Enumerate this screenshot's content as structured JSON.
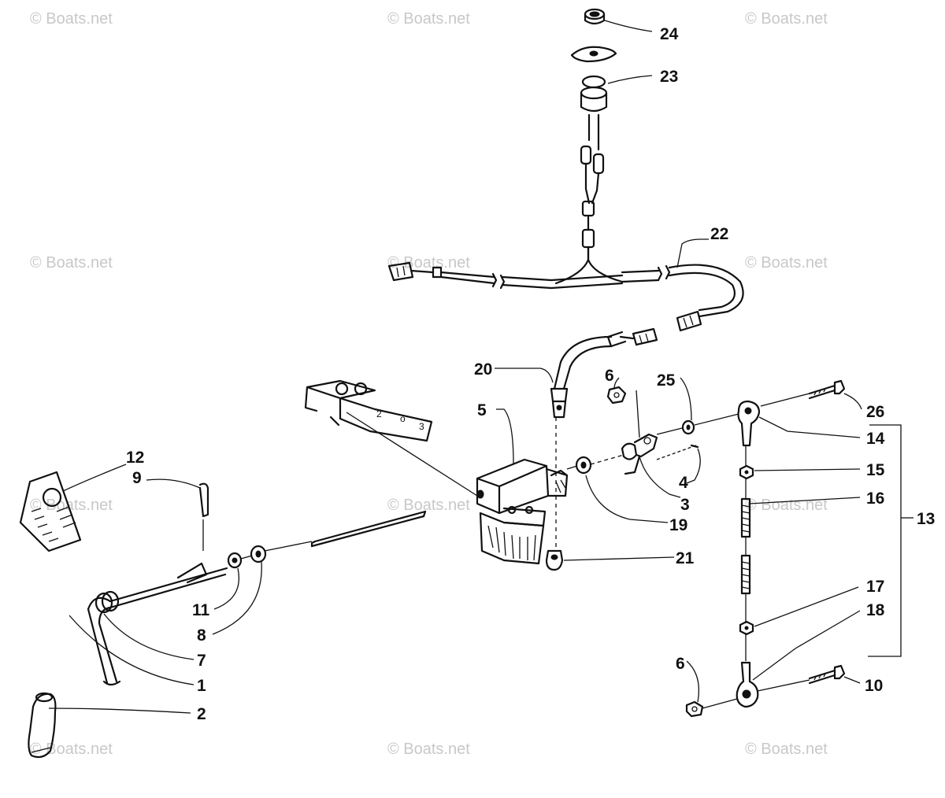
{
  "watermark": "© Boats.net",
  "callouts": [
    {
      "id": "c1",
      "text": "1"
    },
    {
      "id": "c2",
      "text": "2"
    },
    {
      "id": "c3",
      "text": "3"
    },
    {
      "id": "c4",
      "text": "4"
    },
    {
      "id": "c5",
      "text": "5"
    },
    {
      "id": "c6a",
      "text": "6"
    },
    {
      "id": "c6b",
      "text": "6"
    },
    {
      "id": "c7",
      "text": "7"
    },
    {
      "id": "c8",
      "text": "8"
    },
    {
      "id": "c9",
      "text": "9"
    },
    {
      "id": "c10",
      "text": "10"
    },
    {
      "id": "c11",
      "text": "11"
    },
    {
      "id": "c12",
      "text": "12"
    },
    {
      "id": "c13",
      "text": "13"
    },
    {
      "id": "c14",
      "text": "14"
    },
    {
      "id": "c15",
      "text": "15"
    },
    {
      "id": "c16",
      "text": "16"
    },
    {
      "id": "c17",
      "text": "17"
    },
    {
      "id": "c18",
      "text": "18"
    },
    {
      "id": "c19",
      "text": "19"
    },
    {
      "id": "c20",
      "text": "20"
    },
    {
      "id": "c21",
      "text": "21"
    },
    {
      "id": "c22",
      "text": "22"
    },
    {
      "id": "c23",
      "text": "23"
    },
    {
      "id": "c24",
      "text": "24"
    },
    {
      "id": "c25",
      "text": "25"
    },
    {
      "id": "c26",
      "text": "26"
    }
  ]
}
